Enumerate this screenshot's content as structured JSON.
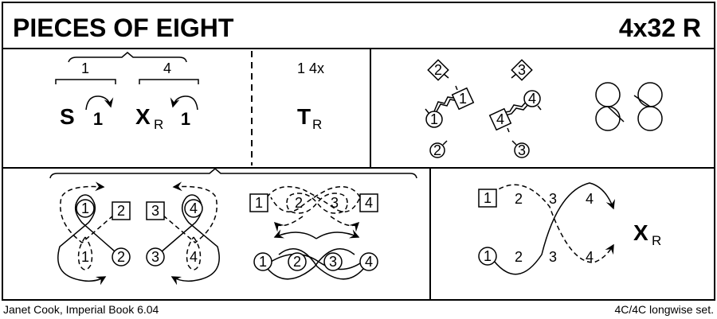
{
  "header": {
    "title": "PIECES OF EIGHT",
    "format": "4x32 R"
  },
  "footer": {
    "source": "Janet Cook, Imperial Book 6.04",
    "set": "4C/4C longwise set."
  },
  "row1": {
    "bar1": "1",
    "bar2": "4",
    "set_symbol": "S",
    "cast1": "1",
    "cross_symbol": "X",
    "cross_sub": "R",
    "cast2": "1",
    "bars_turn": "1 4x",
    "turn_symbol": "T",
    "turn_sub": "R",
    "diag": {
      "d2": "2",
      "d3": "3",
      "c1": "1",
      "s1": "1",
      "s4": "4",
      "c4": "4",
      "c2": "2",
      "c3": "3"
    }
  },
  "row2": {
    "fig8a": {
      "c1": "1",
      "s2": "2",
      "dc1": "1",
      "c2": "2"
    },
    "fig8b": {
      "s3": "3",
      "c4": "4",
      "c3": "3",
      "dc4": "4"
    },
    "reels": {
      "s1": "1",
      "d2": "2",
      "d3": "3",
      "s4": "4",
      "c1": "1",
      "c2": "2",
      "c3": "3",
      "c4": "4"
    },
    "cross": {
      "s1": "1",
      "t2": "2",
      "t3": "3",
      "t4": "4",
      "c1": "1",
      "b2": "2",
      "b3": "3",
      "b4": "4",
      "symbol": "X",
      "sub": "R"
    }
  }
}
